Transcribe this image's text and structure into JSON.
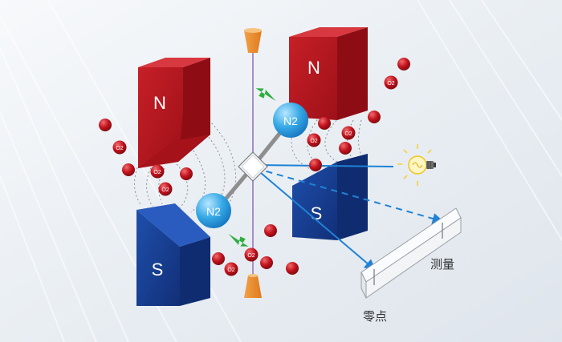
{
  "magnets": {
    "north_label": "N",
    "south_label": "S"
  },
  "molecules": {
    "nitrogen_label": "N2",
    "oxygen_label": "O2"
  },
  "scale": {
    "zero_label": "零点",
    "measure_label": "测量"
  },
  "colors": {
    "north_pole": "#b0141d",
    "south_pole": "#143f96",
    "nitrogen": "#2a9fde",
    "oxygen": "#b10f1a",
    "beam": "#1f82d6",
    "arrow_green": "#2fae3f",
    "bulb": "#f3d23b"
  }
}
